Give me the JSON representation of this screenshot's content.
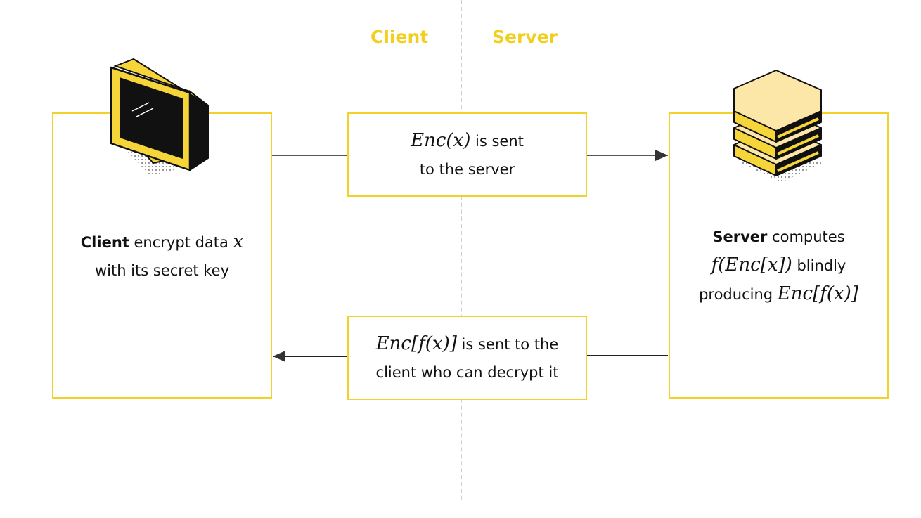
{
  "header": {
    "client_label": "Client",
    "server_label": "Server"
  },
  "client_box": {
    "bold": "Client",
    "line1_rest": " encrypt data ",
    "var": "x",
    "line2": "with its secret key"
  },
  "to_server_box": {
    "math": "Enc(x)",
    "line1_rest": " is sent",
    "line2": "to the server"
  },
  "to_client_box": {
    "math": "Enc[f(x)]",
    "line1_rest": " is sent to the",
    "line2": "client who can decrypt it"
  },
  "server_box": {
    "bold": "Server",
    "line1_rest": " computes",
    "math1": "f(Enc[x])",
    "line2_rest": " blindly",
    "line3_text": "producing ",
    "math2": "Enc[f(x)]"
  },
  "colors": {
    "accent": "#f2cf1c",
    "box_border": "#f2d12a",
    "arrow": "#333333",
    "divider": "#cfcfcf"
  },
  "icons": [
    "monitor-icon",
    "server-stack-icon"
  ]
}
